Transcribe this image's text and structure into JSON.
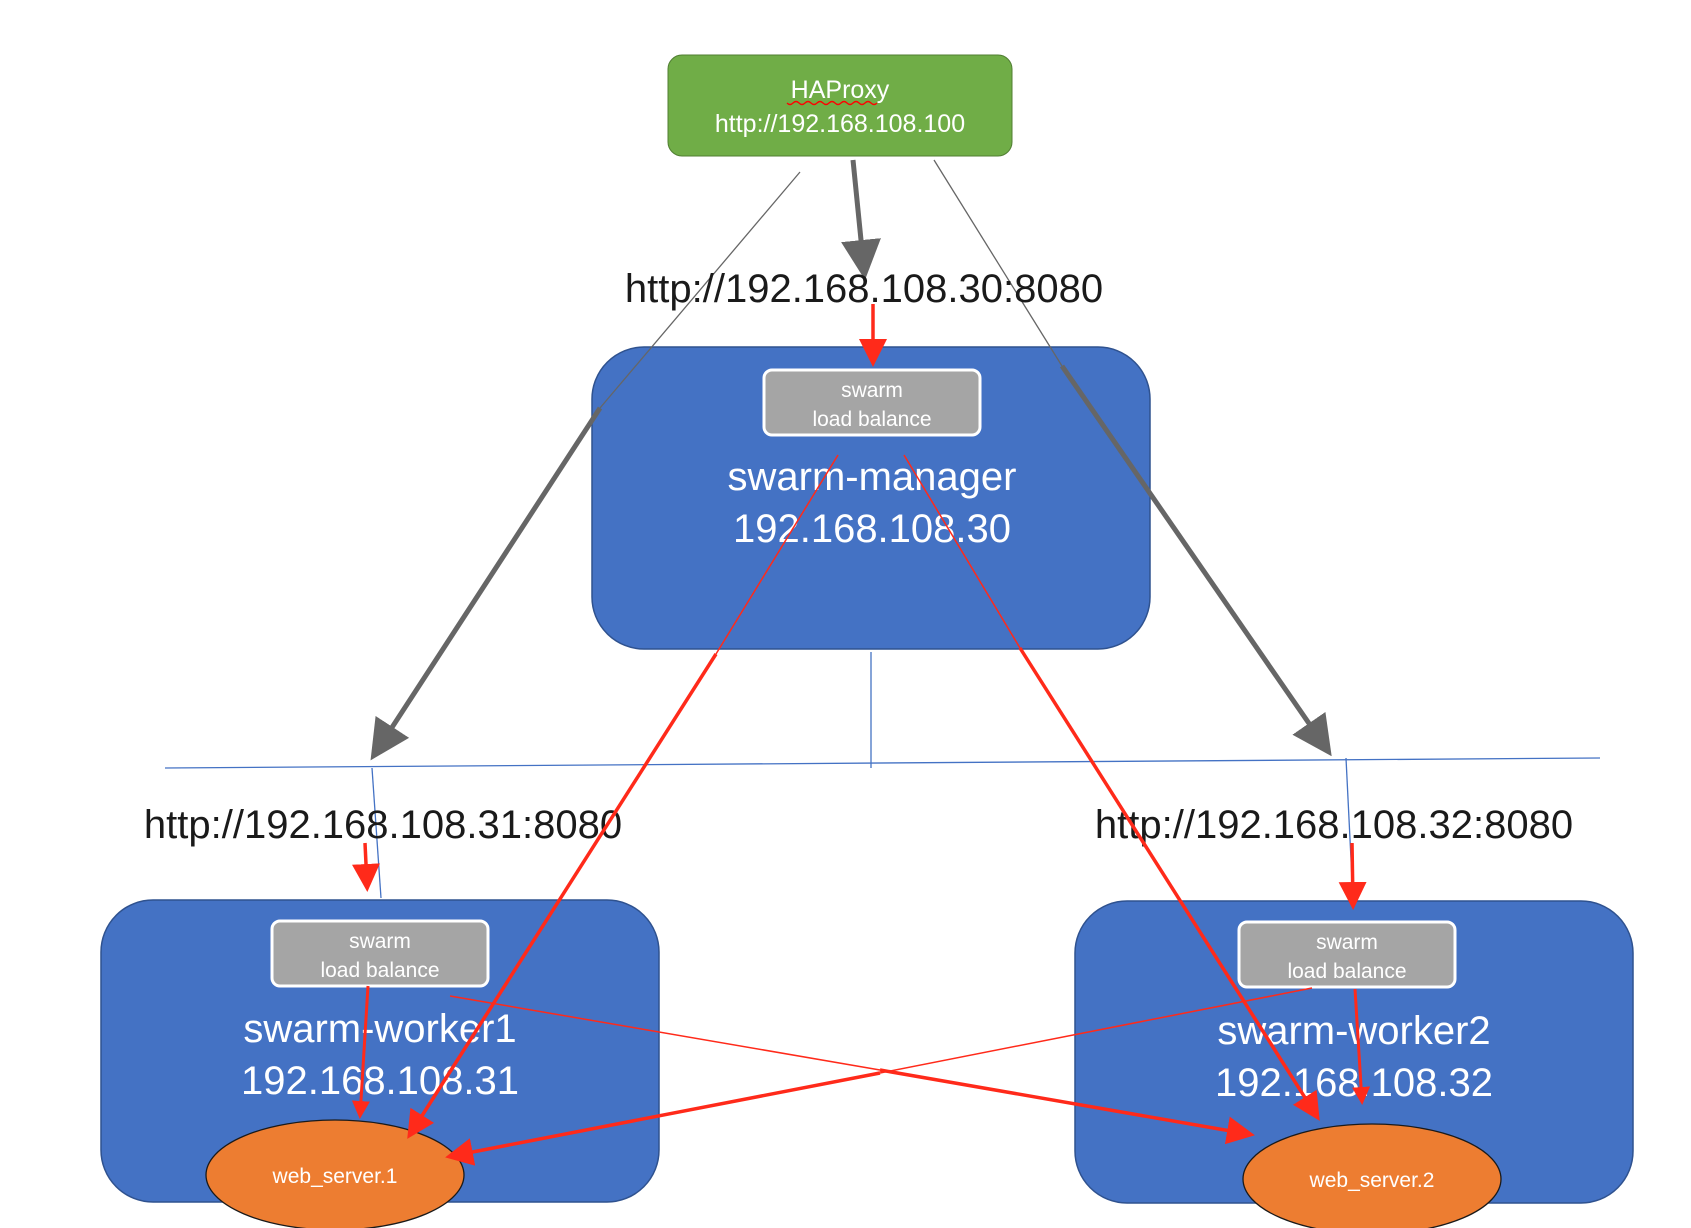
{
  "colors": {
    "haproxy_fill": "#70ad47",
    "node_fill": "#4472c4",
    "node_stroke": "#2f528f",
    "lb_fill": "#a5a5a5",
    "web_fill": "#ed7d31",
    "gray_arrow": "#666666",
    "red_arrow": "#ff2a1a",
    "network_line": "#4472c4"
  },
  "haproxy": {
    "name": "HAProxy",
    "url": "http://192.168.108.100"
  },
  "links": {
    "manager": "http://192.168.108.30:8080",
    "worker1": "http://192.168.108.31:8080",
    "worker2": "http://192.168.108.32:8080"
  },
  "nodes": {
    "manager": {
      "name": "swarm-manager",
      "ip": "192.168.108.30",
      "lb": [
        "swarm",
        "load balance"
      ]
    },
    "worker1": {
      "name": "swarm-worker1",
      "ip": "192.168.108.31",
      "lb": [
        "swarm",
        "load balance"
      ]
    },
    "worker2": {
      "name": "swarm-worker2",
      "ip": "192.168.108.32",
      "lb": [
        "swarm",
        "load balance"
      ]
    }
  },
  "services": {
    "web1": "web_server.1",
    "web2": "web_server.2"
  }
}
